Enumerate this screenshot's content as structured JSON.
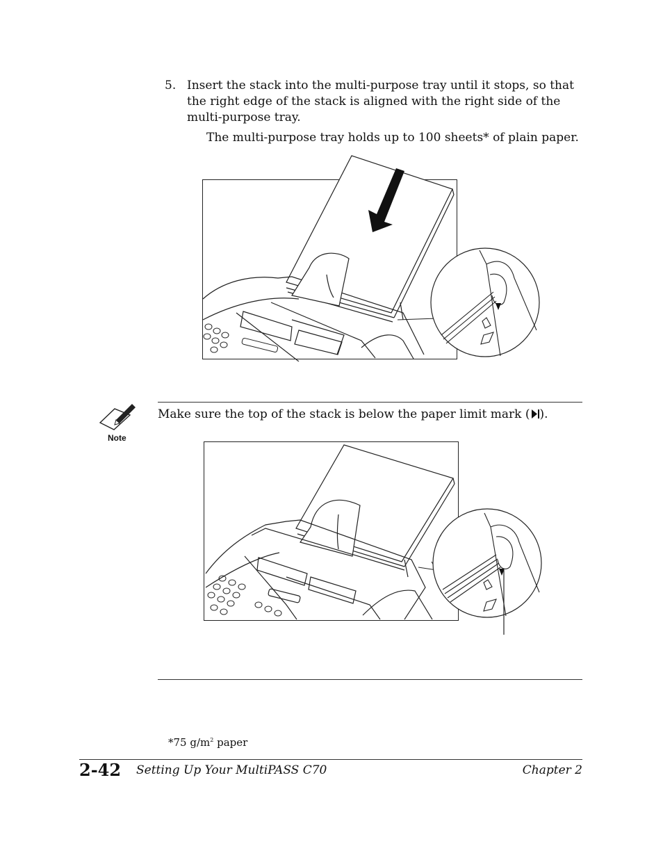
{
  "step": {
    "number": "5.",
    "text": "Insert the stack into the multi-purpose tray until it stops, so that the right edge of the stack is aligned with the right side of the multi-purpose tray.",
    "detail": "The multi-purpose tray holds up to 100 sheets* of plain paper."
  },
  "note": {
    "label": "Note",
    "text_before": "Make sure the top of the stack is below the paper limit mark (",
    "text_after": ")."
  },
  "footnote": {
    "prefix": "*75 g/m",
    "superscript": "2",
    "suffix": " paper"
  },
  "footer": {
    "page_number": "2-42",
    "title": "Setting Up Your MultiPASS C70",
    "chapter": "Chapter 2"
  }
}
